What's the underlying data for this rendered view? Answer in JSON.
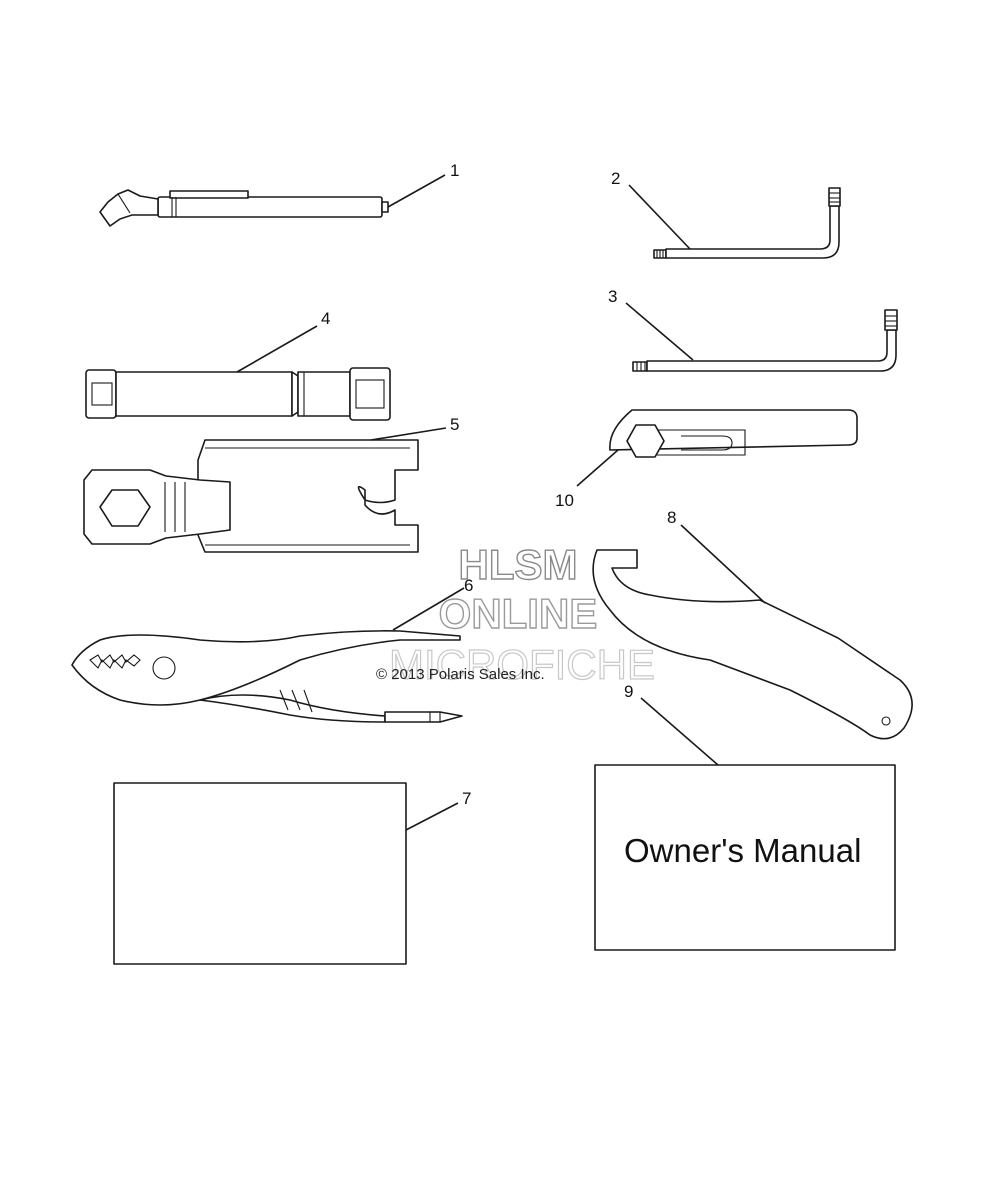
{
  "callouts": [
    "1",
    "2",
    "3",
    "4",
    "5",
    "6",
    "7",
    "8",
    "9",
    "10"
  ],
  "manual": {
    "title": "Owner's Manual"
  },
  "watermark": {
    "line1": "HLSM",
    "line2": "ONLINE",
    "line3": "MICROFICHE"
  },
  "copyright": "© 2013 Polaris Sales Inc."
}
